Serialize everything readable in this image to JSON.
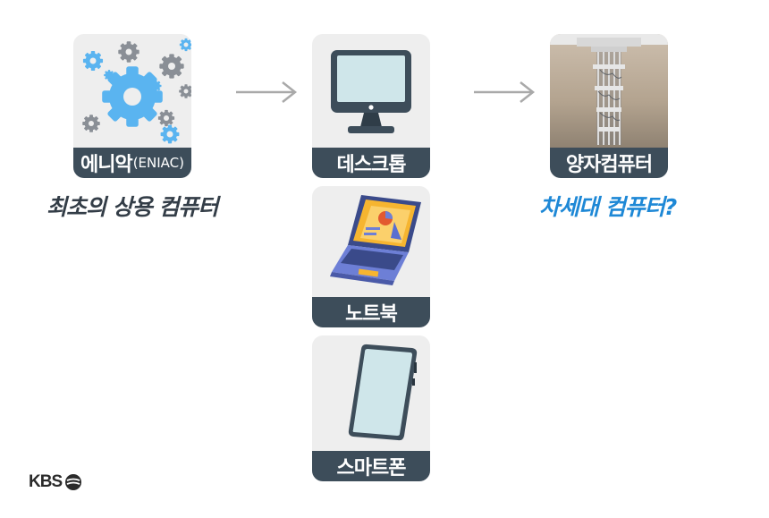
{
  "nodes": {
    "eniac": {
      "label": "에니악",
      "label_small": "(ENIAC)",
      "caption": "최초의 상용 컴퓨터"
    },
    "desktop": {
      "label": "데스크톱"
    },
    "laptop": {
      "label": "노트북"
    },
    "smartphone": {
      "label": "스마트폰"
    },
    "quantum": {
      "label": "양자컴퓨터",
      "caption": "차세대 컴퓨터?"
    }
  },
  "logo": {
    "text": "KBS"
  },
  "colors": {
    "label_bg": "#3d4d5a",
    "card_bg": "#eeeeee",
    "caption_dark": "#333d47",
    "caption_blue": "#1e88d6",
    "arrow": "#a9a9a9",
    "gear_blue": "#5ab4f0",
    "gear_gray": "#8a8f96"
  },
  "icons": [
    "gears-icon",
    "monitor-icon",
    "laptop-icon",
    "smartphone-icon",
    "quantum-computer-icon",
    "arrow-right-icon",
    "kbs-logo-icon"
  ]
}
